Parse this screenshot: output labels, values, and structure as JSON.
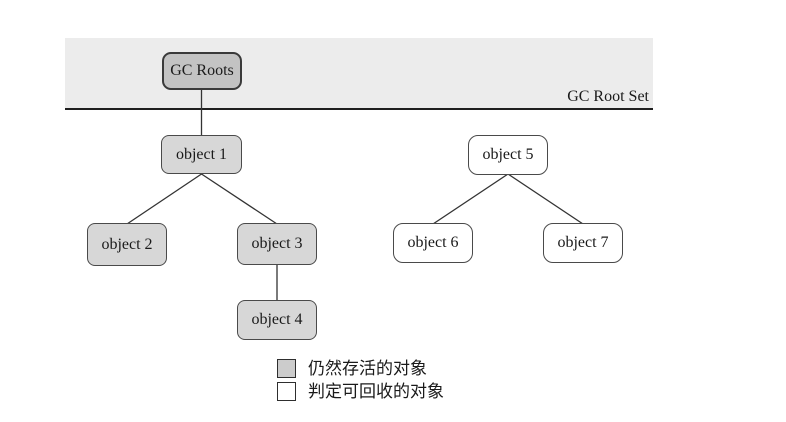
{
  "banner": {
    "label": "GC Root Set",
    "fill": "#ececec"
  },
  "root": {
    "label": "GC Roots",
    "fill": "#c3c3c3"
  },
  "nodes": [
    {
      "id": "object-1",
      "label": "object 1",
      "status": "alive"
    },
    {
      "id": "object-2",
      "label": "object 2",
      "status": "alive"
    },
    {
      "id": "object-3",
      "label": "object 3",
      "status": "alive"
    },
    {
      "id": "object-4",
      "label": "object 4",
      "status": "alive"
    },
    {
      "id": "object-5",
      "label": "object 5",
      "status": "recyclable"
    },
    {
      "id": "object-6",
      "label": "object 6",
      "status": "recyclable"
    },
    {
      "id": "object-7",
      "label": "object 7",
      "status": "recyclable"
    }
  ],
  "edges": [
    {
      "from": "GC Roots",
      "to": "object 1"
    },
    {
      "from": "object 1",
      "to": "object 2"
    },
    {
      "from": "object 1",
      "to": "object 3"
    },
    {
      "from": "object 3",
      "to": "object 4"
    },
    {
      "from": "object 5",
      "to": "object 6"
    },
    {
      "from": "object 5",
      "to": "object 7"
    }
  ],
  "legend": [
    {
      "label": "仍然存活的对象",
      "swatch": "alive",
      "swatch_fill": "#cccccc"
    },
    {
      "label": "判定可回收的对象",
      "swatch": "recyclable",
      "swatch_fill": "#ffffff"
    }
  ],
  "colors": {
    "alive_fill": "#d7d7d7",
    "recyclable_fill": "#ffffff",
    "root_fill": "#c3c3c3",
    "banner_fill": "#ececec",
    "line": "#333333"
  }
}
